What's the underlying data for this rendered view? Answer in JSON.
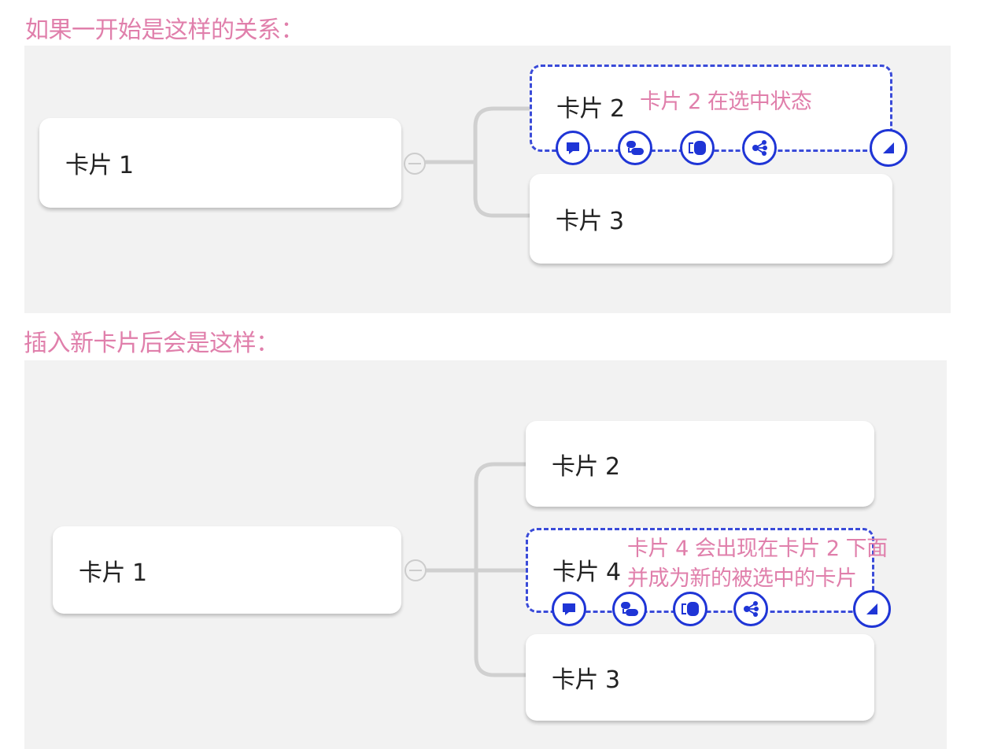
{
  "headings": {
    "before": "如果一开始是这样的关系：",
    "after": "插入新卡片后会是这样："
  },
  "before": {
    "root_card": "卡片 1",
    "selected_card": "卡片 2",
    "selected_note": "卡片 2 在选中状态",
    "other_card": "卡片 3"
  },
  "after": {
    "root_card": "卡片 1",
    "card_top": "卡片 2",
    "selected_card": "卡片 4",
    "selected_note_line1": "卡片 4 会出现在卡片 2 下面",
    "selected_note_line2": "并成为新的被选中的卡片",
    "card_bottom": "卡片 3"
  },
  "card_actions": [
    {
      "name": "comment",
      "icon": "comment-icon"
    },
    {
      "name": "add-sibling",
      "icon": "add-sibling-icon"
    },
    {
      "name": "add-parent",
      "icon": "add-parent-icon"
    },
    {
      "name": "add-child",
      "icon": "add-child-icon"
    },
    {
      "name": "resize",
      "icon": "resize-corner-icon"
    }
  ],
  "colors": {
    "annotation_pink": "#e07fab",
    "selection_blue": "#3a4bd8",
    "action_blue": "#1f35d6",
    "canvas_bg": "#f2f2f2",
    "connector_gray": "#cccccc"
  }
}
